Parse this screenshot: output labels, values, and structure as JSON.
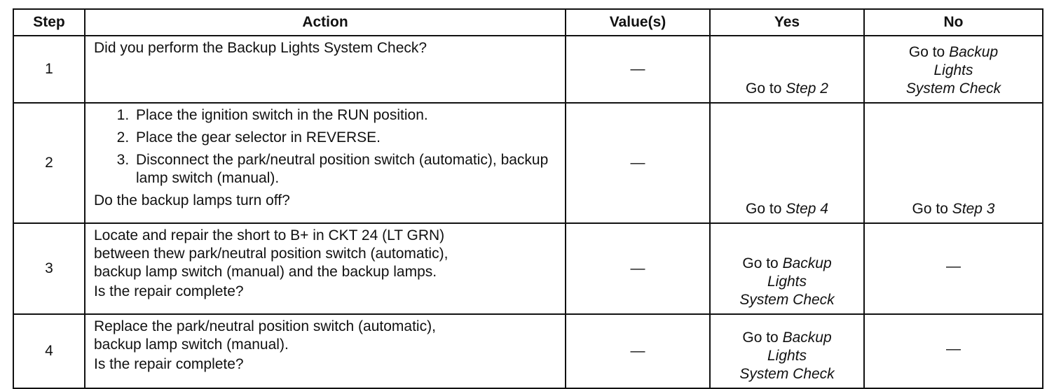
{
  "table": {
    "headers": {
      "step": "Step",
      "action": "Action",
      "values": "Value(s)",
      "yes": "Yes",
      "no": "No"
    },
    "rows": [
      {
        "step": "1",
        "action_lines": [
          "Did you perform the Backup Lights System Check?"
        ],
        "value": "—",
        "yes": {
          "prefix": "Go to",
          "target": "Step 2"
        },
        "no": {
          "prefix": "Go to",
          "target_lines": [
            "Backup",
            "Lights",
            "System Check"
          ]
        }
      },
      {
        "step": "2",
        "action_steps": [
          "Place the ignition switch in the RUN position.",
          "Place the gear selector in REVERSE.",
          "Disconnect the park/neutral position switch (automatic), backup lamp switch (manual)."
        ],
        "question": "Do the backup lamps turn off?",
        "value": "—",
        "yes": {
          "prefix": "Go to",
          "target": "Step 4"
        },
        "no": {
          "prefix": "Go to",
          "target": "Step 3"
        }
      },
      {
        "step": "3",
        "action_lines": [
          "Locate and repair the short to B+ in CKT 24 (LT GRN)",
          "between thew park/neutral position switch (automatic),",
          "backup lamp switch (manual) and the backup lamps."
        ],
        "question": "Is the repair complete?",
        "value": "—",
        "yes": {
          "prefix": "Go to",
          "target_lines": [
            "Backup",
            "Lights",
            "System Check"
          ]
        },
        "no": "—"
      },
      {
        "step": "4",
        "action_lines": [
          "Replace the park/neutral position switch (automatic),",
          "backup lamp switch (manual)."
        ],
        "question": "Is the repair complete?",
        "value": "—",
        "yes": {
          "prefix": "Go to",
          "target_lines": [
            "Backup",
            "Lights",
            "System Check"
          ]
        },
        "no": "—"
      }
    ]
  }
}
